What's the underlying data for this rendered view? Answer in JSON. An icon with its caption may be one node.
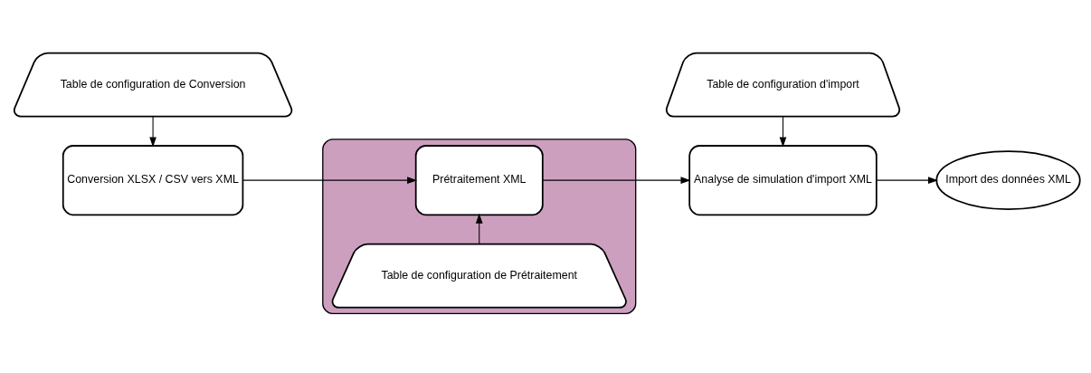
{
  "diagram": {
    "nodes": [
      {
        "text": [
          "Table de configuration de Conversion"
        ]
      },
      {
        "text": [
          "Conversion XLSX / CSV vers XML"
        ]
      },
      {
        "text": [],
        "shape": "box"
      },
      {
        "text": [
          "Table de configuration de Prétraitement"
        ],
        "in": 2
      },
      {
        "text": [
          "Prétraitement XML"
        ],
        "in": 2
      },
      {
        "text": [
          "Table de configuration d'import"
        ]
      },
      {
        "text": [
          "Analyse de simulation d'import XML"
        ]
      },
      {
        "text": [
          "Import des données XML"
        ]
      }
    ],
    "edges": [
      {
        "from": 0,
        "to": 1,
        "arrow": "to"
      },
      {
        "from": 1,
        "to": 4,
        "arrow": "to"
      },
      {
        "from": 3,
        "to": 4,
        "arrow": "to"
      },
      {
        "from": 4,
        "to": 6,
        "arrow": "to"
      },
      {
        "from": 5,
        "to": 6,
        "arrow": "to"
      },
      {
        "from": 6,
        "to": 7,
        "arrow": "to"
      }
    ]
  }
}
